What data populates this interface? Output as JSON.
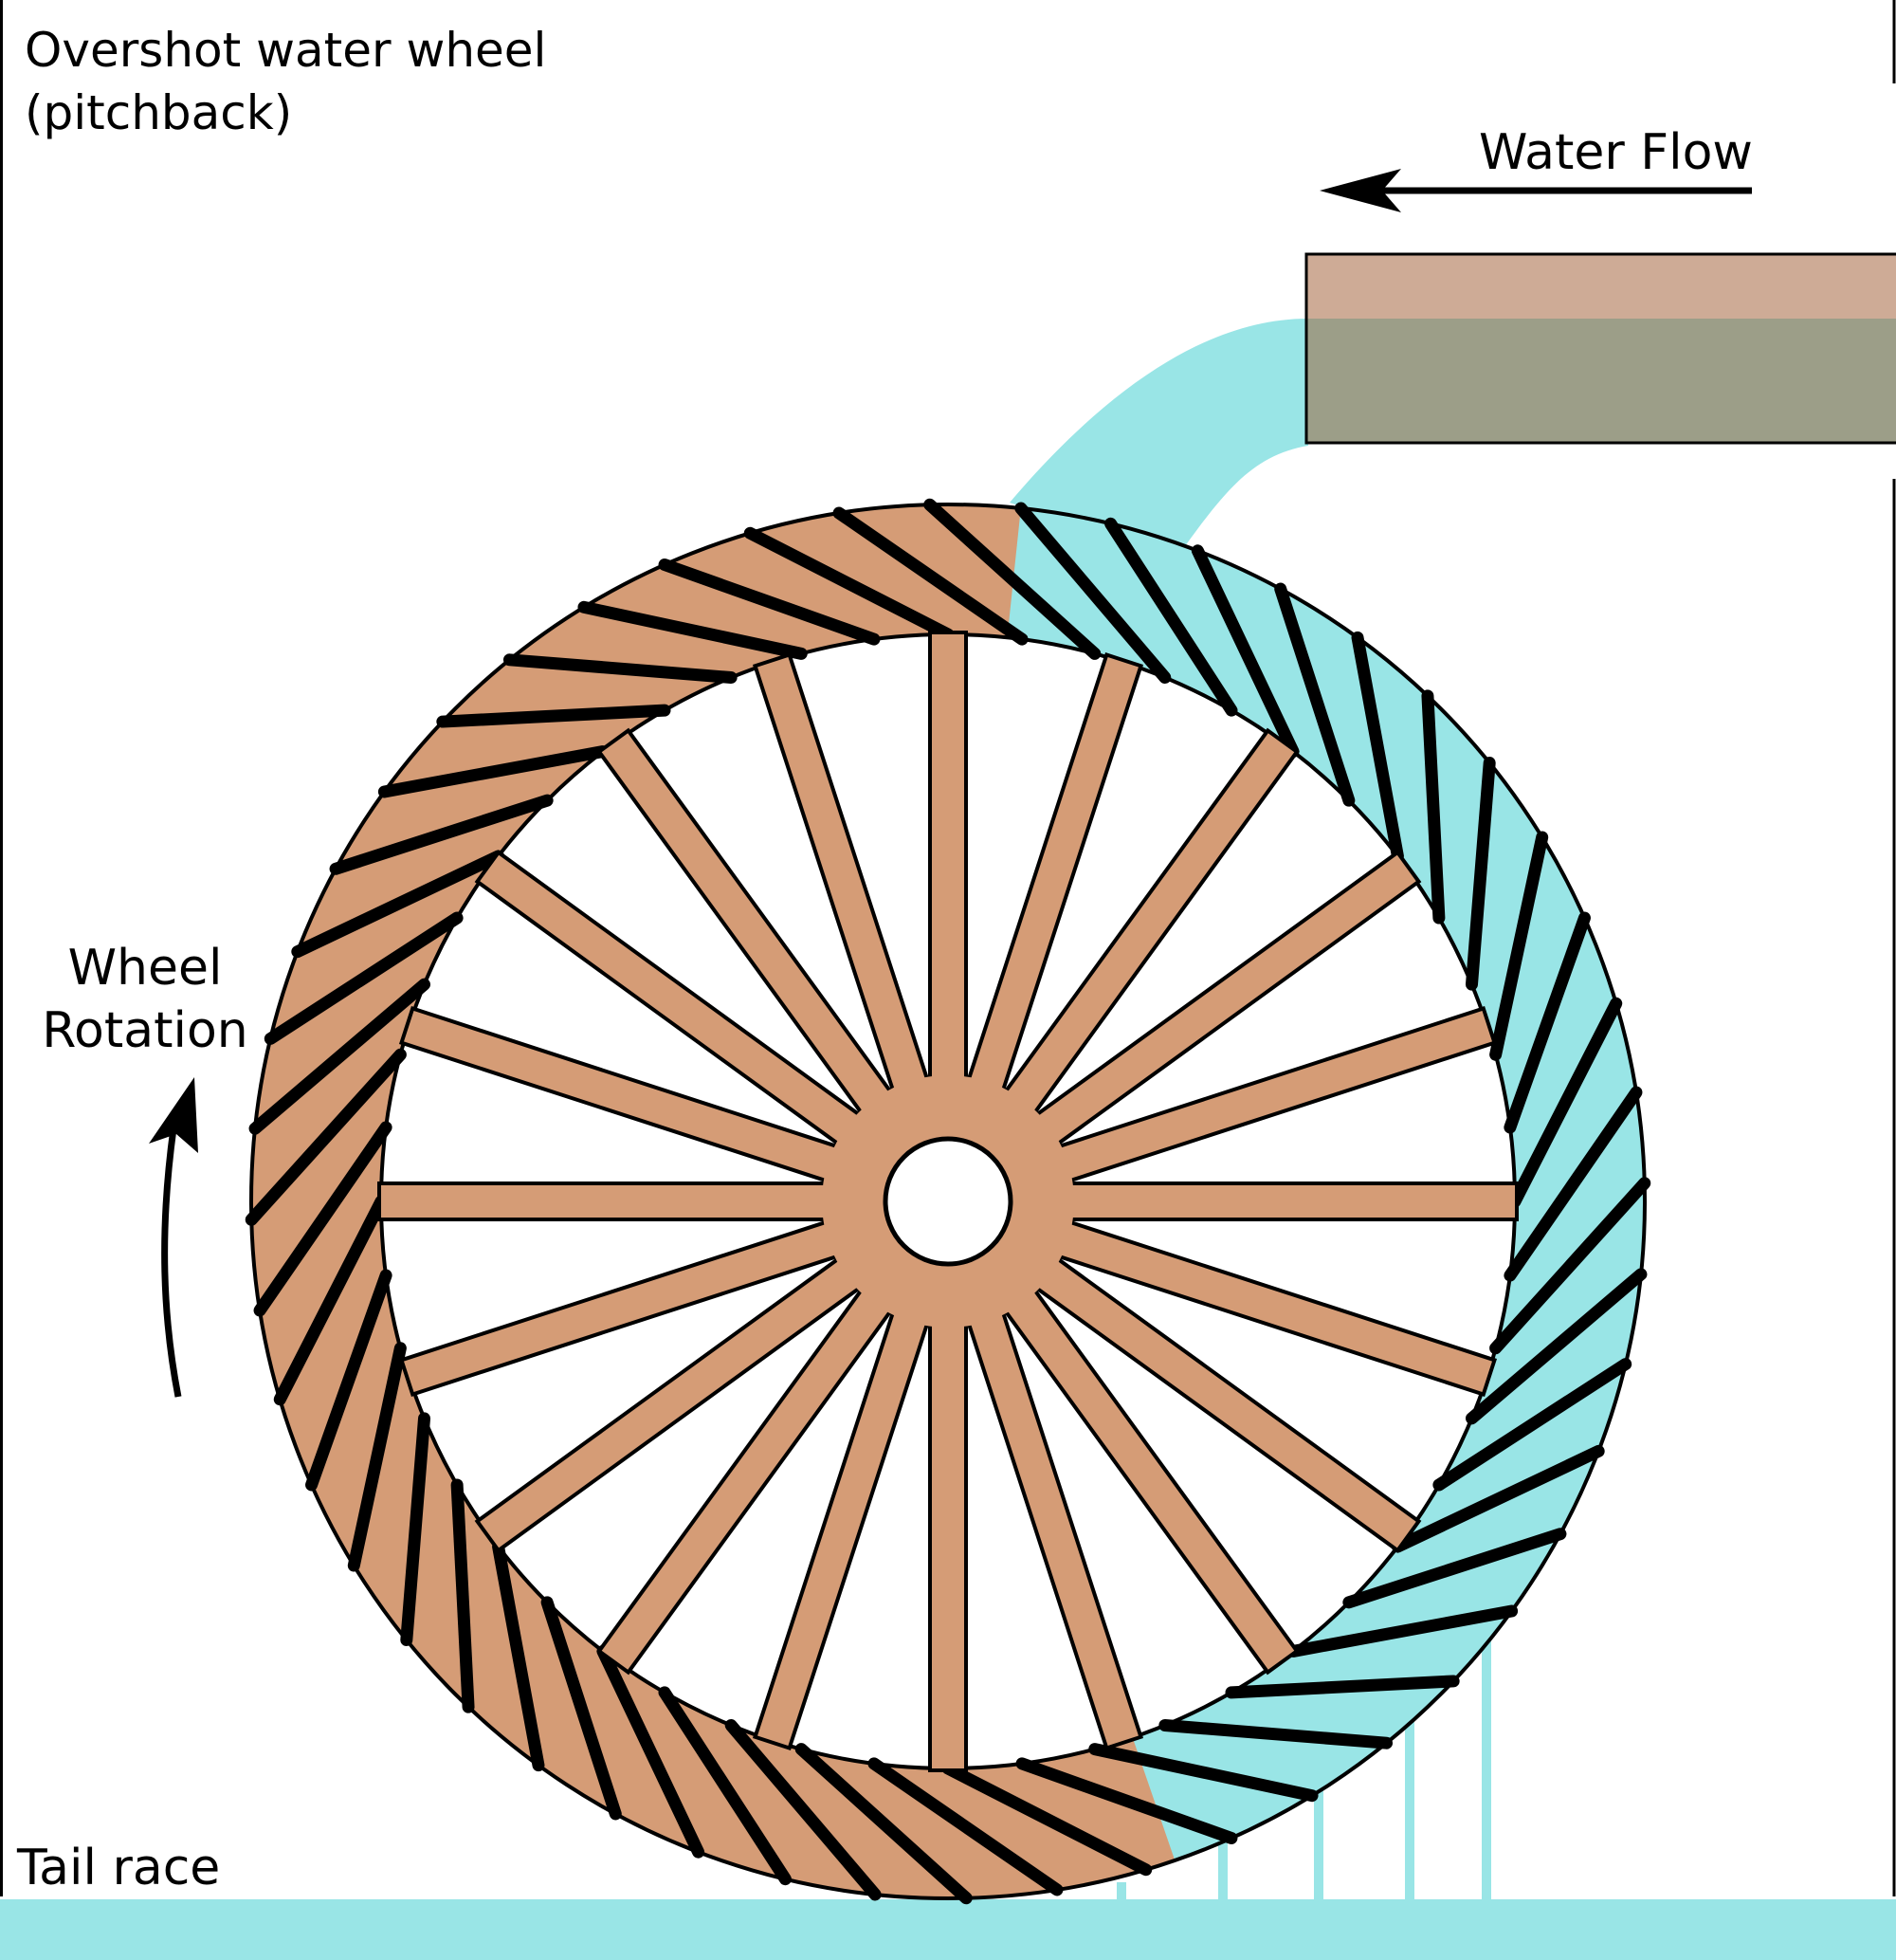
{
  "diagram": {
    "title_line1": "Overshot water wheel",
    "title_line2": "(pitchback)",
    "water_flow_label": "Water Flow",
    "rotation_label_line1": "Wheel",
    "rotation_label_line2": "Rotation",
    "tail_race_label": "Tail race",
    "spoke_count": 20,
    "bucket_count": 48,
    "colors": {
      "wood": "#d59c76",
      "water": "#99e5e6",
      "flume_top": "#ceab96",
      "flume_bottom": "#9c9e88",
      "outline": "#000000"
    }
  }
}
